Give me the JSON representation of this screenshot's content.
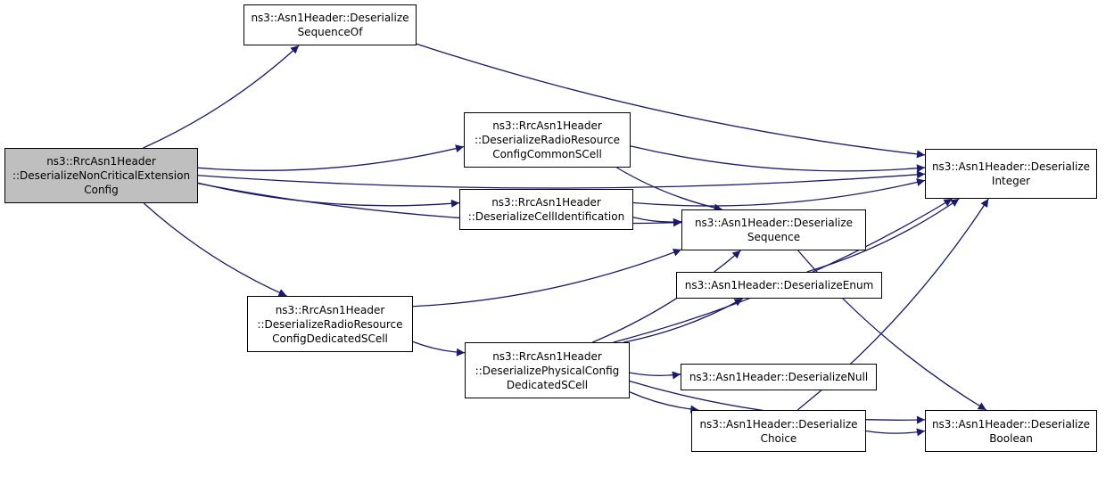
{
  "colors": {
    "edge": "#191970",
    "border": "#000000",
    "root_fill": "#bfbfbf",
    "node_fill": "#ffffff"
  },
  "nodes": {
    "root": {
      "lines": [
        "ns3::RrcAsn1Header",
        "::DeserializeNonCriticalExtension",
        "Config"
      ]
    },
    "seqof": {
      "lines": [
        "ns3::Asn1Header::Deserialize",
        "SequenceOf"
      ]
    },
    "rrcommon": {
      "lines": [
        "ns3::RrcAsn1Header",
        "::DeserializeRadioResource",
        "ConfigCommonSCell"
      ]
    },
    "cellid": {
      "lines": [
        "ns3::RrcAsn1Header",
        "::DeserializeCellIdentification"
      ]
    },
    "rrded": {
      "lines": [
        "ns3::RrcAsn1Header",
        "::DeserializeRadioResource",
        "ConfigDedicatedSCell"
      ]
    },
    "phys": {
      "lines": [
        "ns3::RrcAsn1Header",
        "::DeserializePhysicalConfig",
        "DedicatedSCell"
      ]
    },
    "sequence": {
      "lines": [
        "ns3::Asn1Header::Deserialize",
        "Sequence"
      ]
    },
    "enum": {
      "lines": [
        "ns3::Asn1Header::DeserializeEnum"
      ]
    },
    "null": {
      "lines": [
        "ns3::Asn1Header::DeserializeNull"
      ]
    },
    "choice": {
      "lines": [
        "ns3::Asn1Header::Deserialize",
        "Choice"
      ]
    },
    "integer": {
      "lines": [
        "ns3::Asn1Header::Deserialize",
        "Integer"
      ]
    },
    "boolean": {
      "lines": [
        "ns3::Asn1Header::Deserialize",
        "Boolean"
      ]
    }
  },
  "edges": [
    [
      "root",
      "seqof"
    ],
    [
      "root",
      "integer"
    ],
    [
      "root",
      "rrcommon"
    ],
    [
      "root",
      "cellid"
    ],
    [
      "root",
      "sequence"
    ],
    [
      "root",
      "rrded"
    ],
    [
      "seqof",
      "integer"
    ],
    [
      "rrcommon",
      "integer"
    ],
    [
      "rrcommon",
      "sequence"
    ],
    [
      "cellid",
      "integer"
    ],
    [
      "cellid",
      "sequence"
    ],
    [
      "rrded",
      "sequence"
    ],
    [
      "rrded",
      "phys"
    ],
    [
      "phys",
      "sequence"
    ],
    [
      "phys",
      "enum"
    ],
    [
      "phys",
      "integer"
    ],
    [
      "phys",
      "null"
    ],
    [
      "phys",
      "choice"
    ],
    [
      "phys",
      "boolean"
    ],
    [
      "sequence",
      "boolean"
    ],
    [
      "enum",
      "integer"
    ],
    [
      "choice",
      "integer"
    ],
    [
      "choice",
      "boolean"
    ]
  ]
}
